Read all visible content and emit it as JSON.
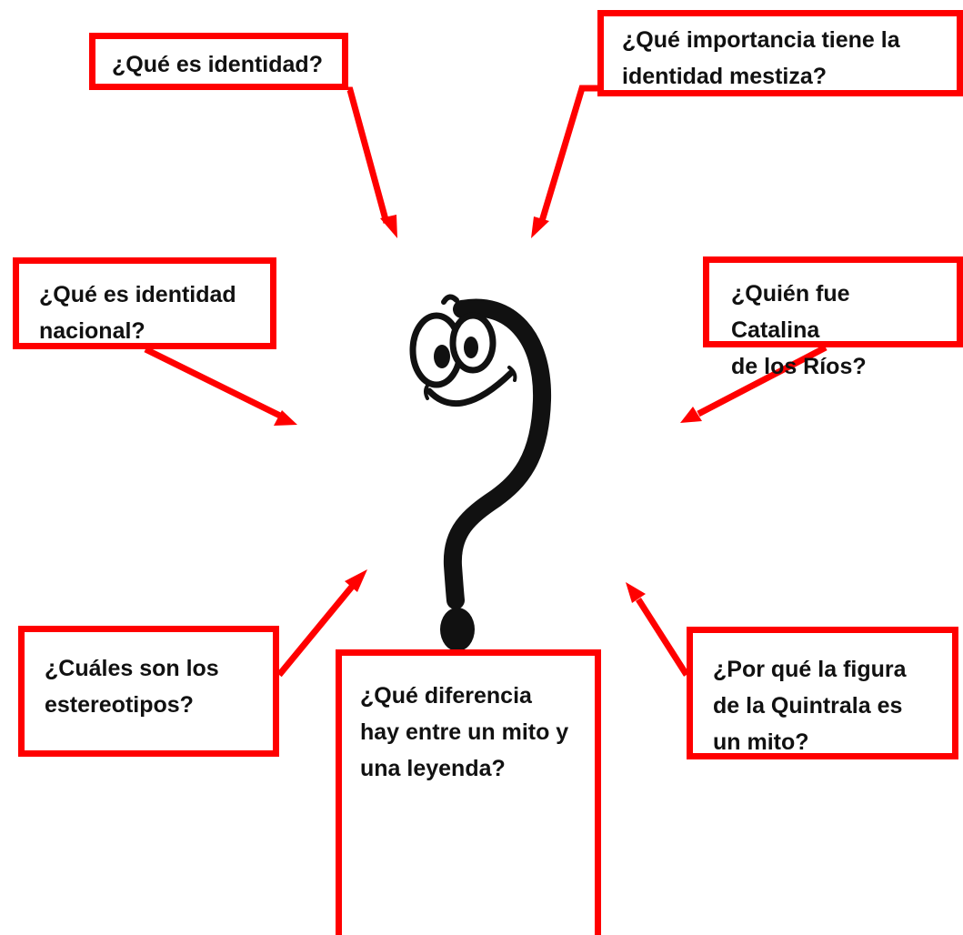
{
  "accent_color": "#ff0000",
  "central_figure": {
    "icon": "smiling-question-mark-icon"
  },
  "questions": [
    {
      "id": "q1",
      "text": "¿Qué es identidad?"
    },
    {
      "id": "q2",
      "text": "¿Qué importancia tiene la\nidentidad mestiza?"
    },
    {
      "id": "q3",
      "text": "¿Qué es identidad\nnacional?"
    },
    {
      "id": "q4",
      "text": "¿Quién fue Catalina\nde los Ríos?"
    },
    {
      "id": "q5",
      "text": "¿Cuáles  son los\nestereotipos?"
    },
    {
      "id": "q6",
      "text": "¿Por qué la figura\nde la Quintrala es\nun mito?"
    },
    {
      "id": "q7",
      "text": "¿Qué diferencia\nhay entre un mito y\nuna leyenda?"
    }
  ]
}
